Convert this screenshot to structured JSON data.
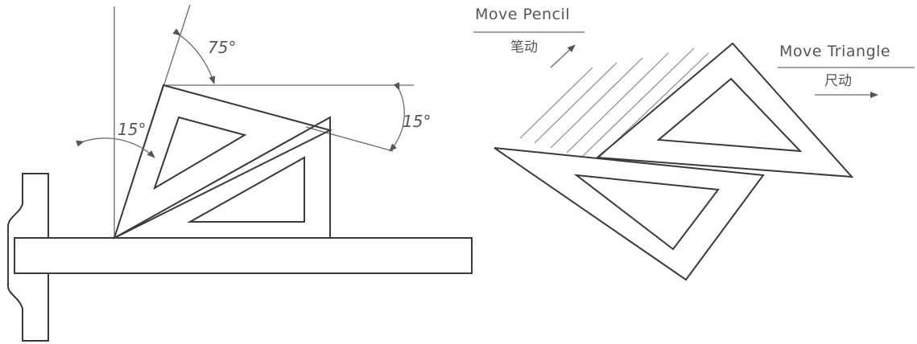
{
  "left_figure": {
    "angle_top": "75°",
    "angle_left": "15°",
    "angle_right": "15°"
  },
  "right_figure": {
    "pencil_label_en": "Move Pencil",
    "pencil_label_zh": "笔动",
    "triangle_label_en": "Move Triangle",
    "triangle_label_zh": "尺动"
  }
}
